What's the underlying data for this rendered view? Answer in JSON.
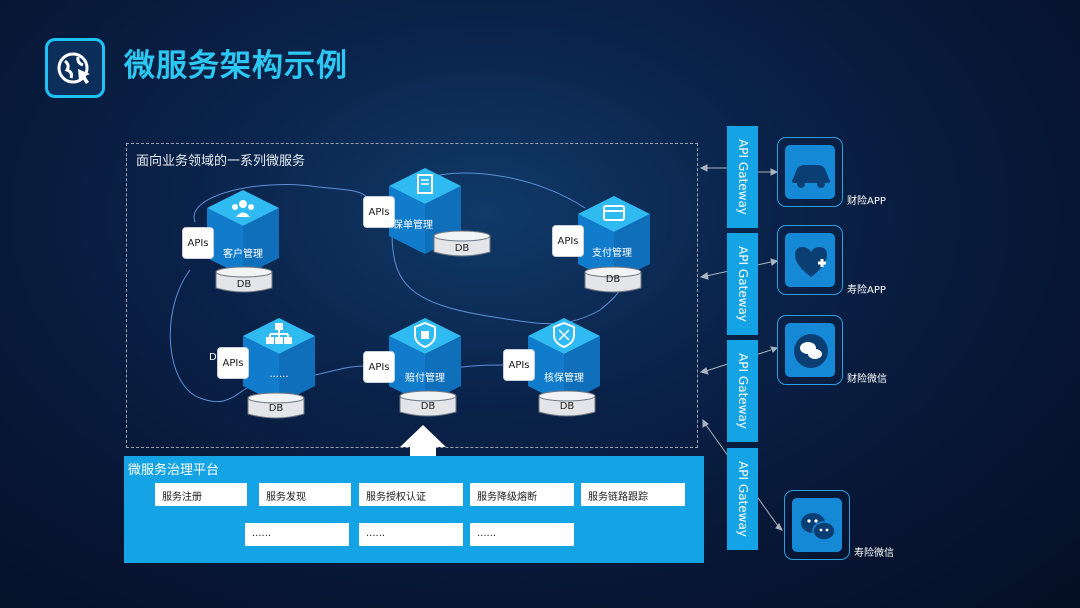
{
  "header": {
    "title": "微服务架构示例",
    "logo_icon": "globe-cursor-icon"
  },
  "domain": {
    "label": "面向业务领域的一系列微服务"
  },
  "services": [
    {
      "name": "客户管理",
      "icon": "users-icon"
    },
    {
      "name": "保单管理",
      "icon": "policy-document-icon"
    },
    {
      "name": "支付管理",
      "icon": "payment-card-icon"
    },
    {
      "name": "......",
      "icon": "org-chart-icon"
    },
    {
      "name": "赔付管理",
      "icon": "shield-claim-icon"
    },
    {
      "name": "核保管理",
      "icon": "underwriting-icon"
    }
  ],
  "labels": {
    "api": "APIs",
    "db": "DB",
    "stray_d": "D"
  },
  "governance": {
    "title": "微服务治理平台",
    "items": [
      "服务注册",
      "服务发现",
      "服务授权认证",
      "服务降级熔断",
      "服务链路跟踪"
    ],
    "more": [
      "......",
      "......",
      "......"
    ]
  },
  "gateways": [
    "API Gateway",
    "API Gateway",
    "API Gateway",
    "API Gateway"
  ],
  "clients": [
    {
      "label": "财险APP",
      "icon": "car-icon"
    },
    {
      "label": "寿险APP",
      "icon": "heart-plus-icon"
    },
    {
      "label": "财险微信",
      "icon": "wechat-icon"
    },
    {
      "label": "寿险微信",
      "icon": "wechat-icon"
    }
  ],
  "colors": {
    "accent": "#14a4e6",
    "title": "#2cc7f3",
    "cube_front": "#1590dd",
    "cube_top": "#2fbaf2"
  }
}
